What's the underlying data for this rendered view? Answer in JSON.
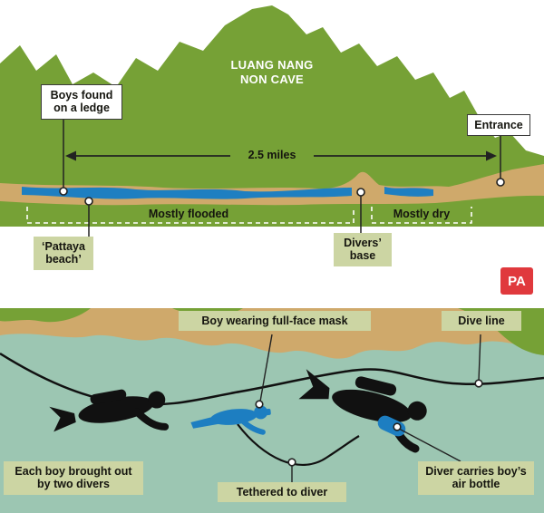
{
  "meta": {
    "credit": "PA"
  },
  "colors": {
    "mountain_green": "#76a136",
    "cave_tan": "#cfa96b",
    "water_blue": "#1e7fc1",
    "scene_water": "#9cc6b2",
    "label_green": "#ccd5a3",
    "credit_red": "#e0393d",
    "silhouette_black": "#111111"
  },
  "cave_profile": {
    "title": "LUANG NANG NON CAVE",
    "labels": {
      "boys_found": "Boys found on a ledge",
      "entrance": "Entrance",
      "distance": "2.5 miles",
      "mostly_flooded": "Mostly flooded",
      "mostly_dry": "Mostly dry",
      "pattaya_beach": "‘Pattaya beach’",
      "divers_base": "Divers’ base"
    }
  },
  "rescue_scene": {
    "labels": {
      "full_face_mask": "Boy wearing full-face mask",
      "dive_line": "Dive line",
      "two_divers": "Each boy brought out by two divers",
      "tethered": "Tethered to diver",
      "air_bottle": "Diver carries boy’s air bottle"
    }
  }
}
